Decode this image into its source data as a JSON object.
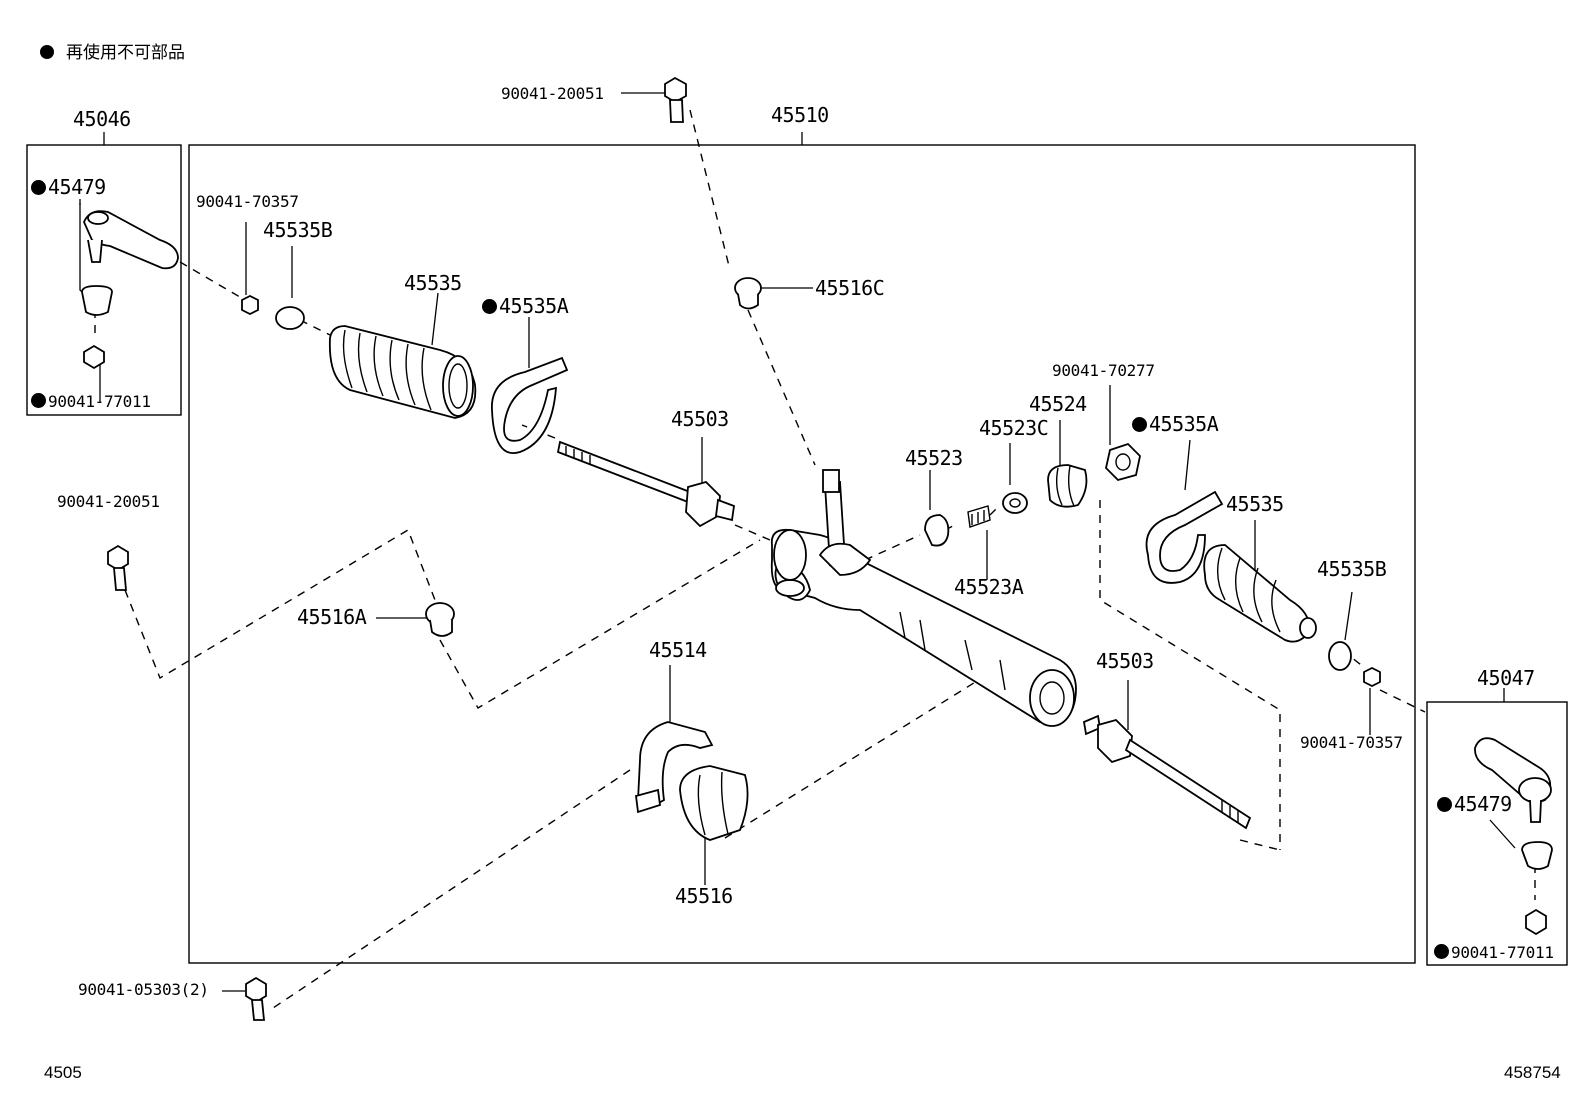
{
  "legend": {
    "text": "再使用不可部品"
  },
  "corners": {
    "left": "4505",
    "right": "458754"
  },
  "labels": {
    "p45046": "45046",
    "p45479_l": "45479",
    "p90041_77011_l": "90041-77011",
    "p90041_70357_l": "90041-70357",
    "p45535B_l": "45535B",
    "p45535_l": "45535",
    "p45535A_l": "45535A",
    "p90041_20051_top": "90041-20051",
    "p45510": "45510",
    "p45516C": "45516C",
    "p45503_l": "45503",
    "p90041_20051_left": "90041-20051",
    "p45516A": "45516A",
    "p45514": "45514",
    "p45516": "45516",
    "p90041_05303": "90041-05303(2)",
    "p45523": "45523",
    "p45523C": "45523C",
    "p45523A": "45523A",
    "p45524": "45524",
    "p90041_70277": "90041-70277",
    "p45535A_r": "45535A",
    "p45535_r": "45535",
    "p45535B_r": "45535B",
    "p45503_r": "45503",
    "p90041_70357_r": "90041-70357",
    "p45047": "45047",
    "p45479_r": "45479",
    "p90041_77011_r": "90041-77011"
  },
  "non_reusable_marks": [
    "45479",
    "90041-77011",
    "45535A"
  ]
}
